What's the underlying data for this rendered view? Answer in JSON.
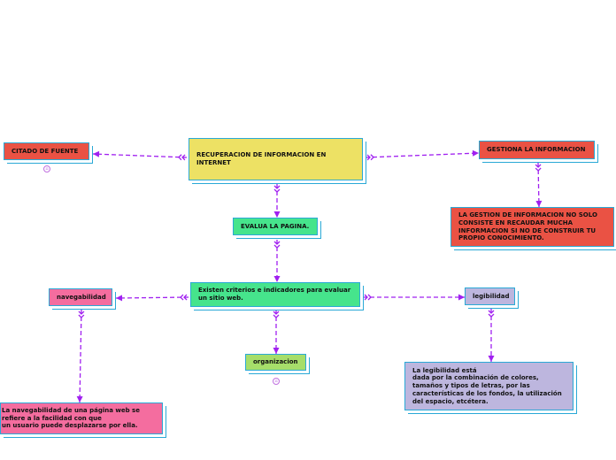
{
  "colors": {
    "connector": "#a020f0",
    "border": "#2aa9d6"
  },
  "nodes": {
    "main_topic": "RECUPERACION DE INFORMACION EN\nINTERNET",
    "citado_fuente": "CITADO DE FUENTE",
    "gestiona": "GESTIONA LA INFORMACION",
    "gestion_desc": "LA GESTION DE INFORMACION NO SOLO\nCONSISTE EN RECAUDAR MUCHA\nINFORMACION SI NO DE CONSTRUIR TU\nPROPIO CONOCIMIENTO.",
    "evalua": "EVALUA LA PAGINA.",
    "criterios": "Existen criterios e indicadores para evaluar\nun sitio web.",
    "navegabilidad": "navegabilidad",
    "legibilidad": "legibilidad",
    "organizacion": "organizacion",
    "navegabilidad_desc": "La navegabilidad de una página web se\nrefiere a la facilidad con que\nun usuario puede desplazarse por ella.",
    "legibilidad_desc": "La legibilidad está\ndada por la combinación de colores,\ntamaños y tipos de letras, por las\ncaracterísticas de los fondos, la utilización\ndel espacio, etcétera."
  },
  "markers": {
    "citado_fuente": "⌂",
    "organizacion": "⌂"
  }
}
